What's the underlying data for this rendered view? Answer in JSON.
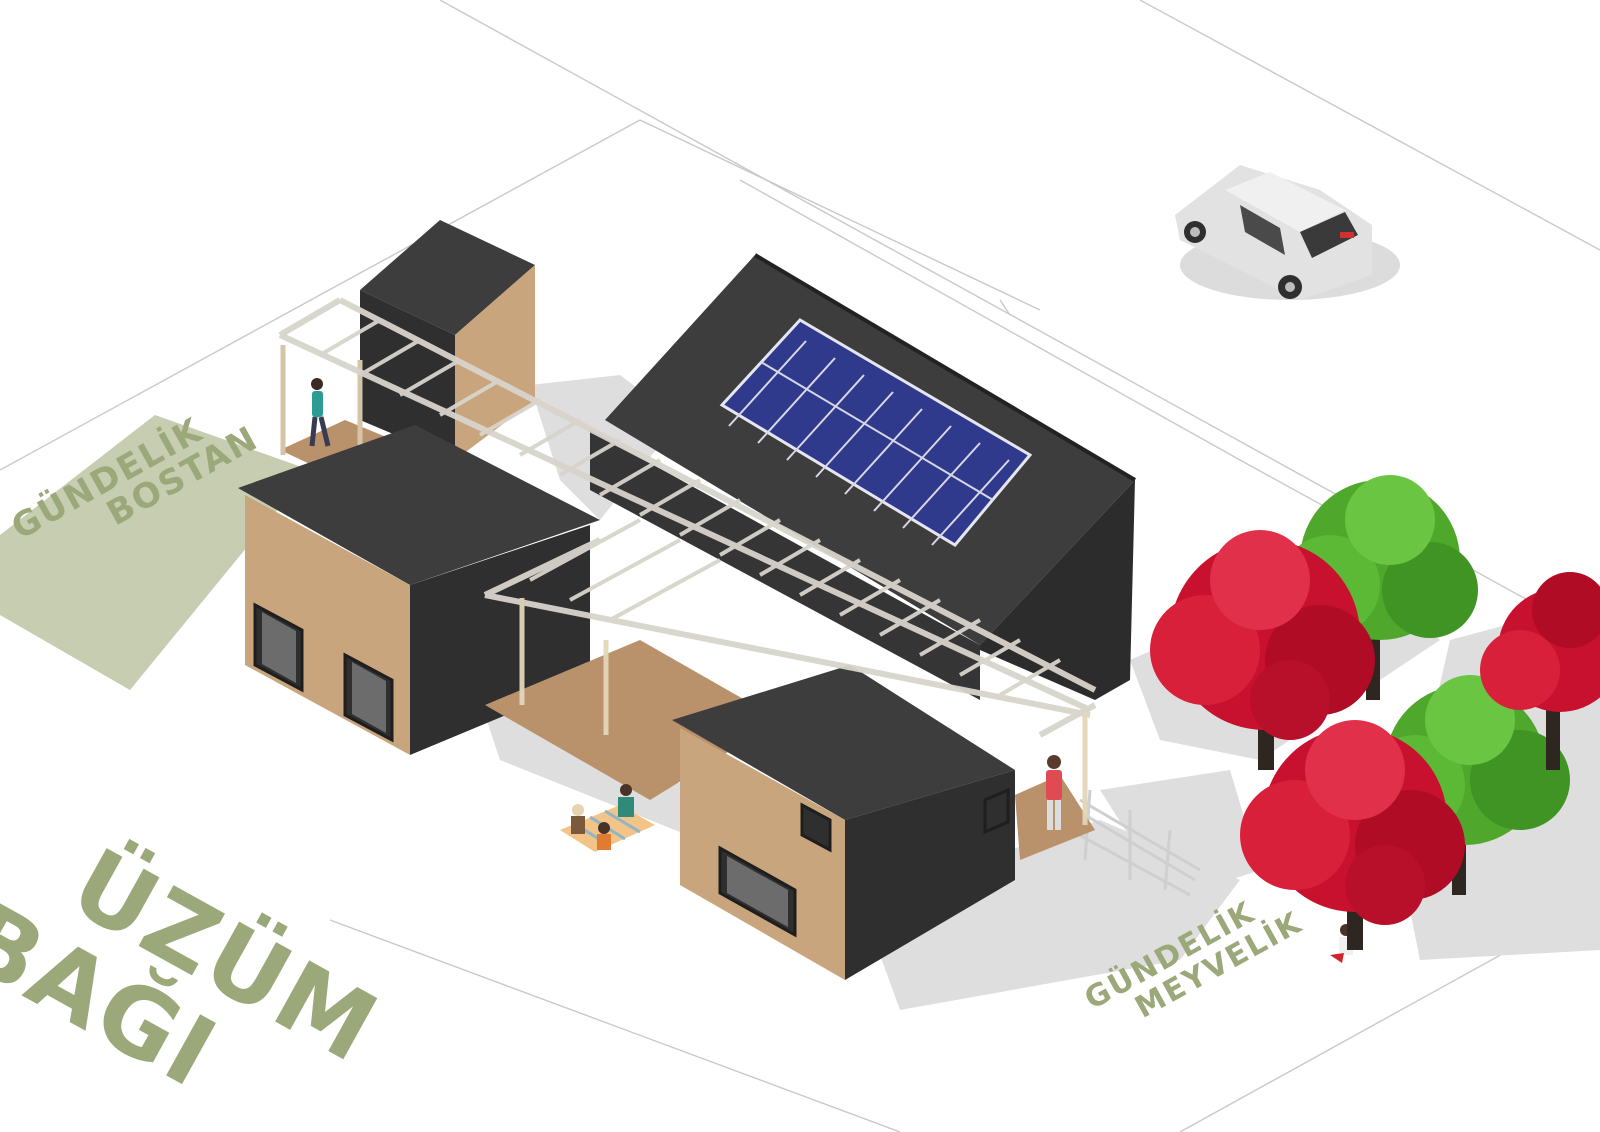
{
  "labels": {
    "vegetable_garden": {
      "line1": "GÜNDELİK",
      "line2": "BOSTAN"
    },
    "vineyard": {
      "line1": "ÜZÜM",
      "line2": "BAĞI"
    },
    "orchard": {
      "line1": "GÜNDELİK",
      "line2": "MEYVELİK"
    }
  },
  "colors": {
    "label_green": "#9aa87a",
    "garden_plot": "#c6cdb0",
    "roof": "#3d3d3d",
    "dark_cladding": "#2f2f2f",
    "wood_cladding": "#c8a57c",
    "deck": "#b9916a",
    "pergola": "#d8d4cc",
    "solar_panel": "#2f3a8c",
    "tree_red": "#c8112e",
    "tree_green": "#4fa82c",
    "car": "#e2e2e2",
    "shadow": "#dcdcdc",
    "site_line": "#c9c9c9"
  },
  "icons": {
    "car": "car-icon",
    "tree_red": "red-tree-icon",
    "tree_green": "green-tree-icon",
    "person": "person-icon"
  }
}
